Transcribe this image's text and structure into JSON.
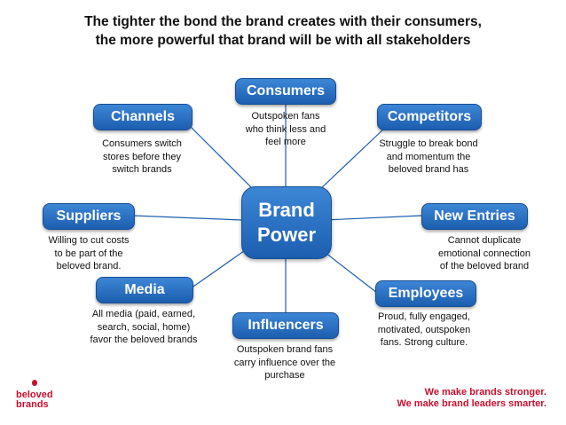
{
  "title": {
    "line1": "The tighter the bond the brand creates with their consumers,",
    "line2": "the more powerful that brand will be with all stakeholders"
  },
  "hub": {
    "line1": "Brand",
    "line2": "Power"
  },
  "nodes": {
    "consumers": {
      "label": "Consumers",
      "desc": [
        "Outspoken fans",
        "who think less and",
        "feel more"
      ]
    },
    "channels": {
      "label": "Channels",
      "desc": [
        "Consumers switch",
        "stores before they",
        "switch brands"
      ]
    },
    "competitors": {
      "label": "Competitors",
      "desc": [
        "Struggle to break bond",
        "and momentum the",
        "beloved brand has"
      ]
    },
    "suppliers": {
      "label": "Suppliers",
      "desc": [
        "Willing to cut costs",
        "to be part of the",
        "beloved brand."
      ]
    },
    "new_entries": {
      "label": "New Entries",
      "desc": [
        "Cannot duplicate",
        "emotional connection",
        "of the beloved brand"
      ]
    },
    "media": {
      "label": "Media",
      "desc": [
        "All media (paid, earned,",
        "search, social, home)",
        "favor the beloved brands"
      ]
    },
    "employees": {
      "label": "Employees",
      "desc": [
        "Proud, fully engaged,",
        "motivated, outspoken",
        "fans. Strong culture."
      ]
    },
    "influencers": {
      "label": "Influencers",
      "desc": [
        "Outspoken brand fans",
        "carry influence over the",
        "purchase"
      ]
    }
  },
  "logo": {
    "line1": "beloved",
    "line2": "brands"
  },
  "tagline": {
    "line1": "We make brands stronger.",
    "line2": "We make brand leaders smarter."
  },
  "colors": {
    "node_blue": "#1c5eaf",
    "node_blue_light": "#3d86d6",
    "brand_red": "#c8102e",
    "line": "#1c5eaf"
  }
}
